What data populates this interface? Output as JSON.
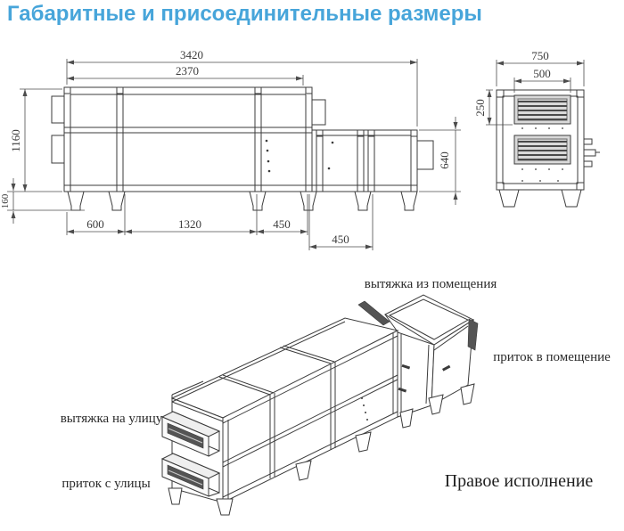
{
  "title": "Габаритные и присоединительные размеры",
  "side_view": {
    "dim_overall_length": "3420",
    "dim_body_length": "2370",
    "dim_height": "1160",
    "dim_leg_height": "160",
    "dim_seg1": "600",
    "dim_seg2": "1320",
    "dim_seg3": "450",
    "dim_seg4": "450",
    "dim_right_height": "640"
  },
  "end_view": {
    "dim_depth": "750",
    "dim_connection_width": "500",
    "dim_connection_height": "250"
  },
  "iso_view": {
    "label_exhaust_from_room": "вытяжка из помещения",
    "label_supply_to_room": "приток в помещение",
    "label_exhaust_to_outside": "вытяжка на улицу",
    "label_supply_from_outside": "приток с улицы",
    "label_variant": "Правое исполнение"
  },
  "colors": {
    "accent": "#47a5da",
    "line": "#3b3b3b"
  }
}
